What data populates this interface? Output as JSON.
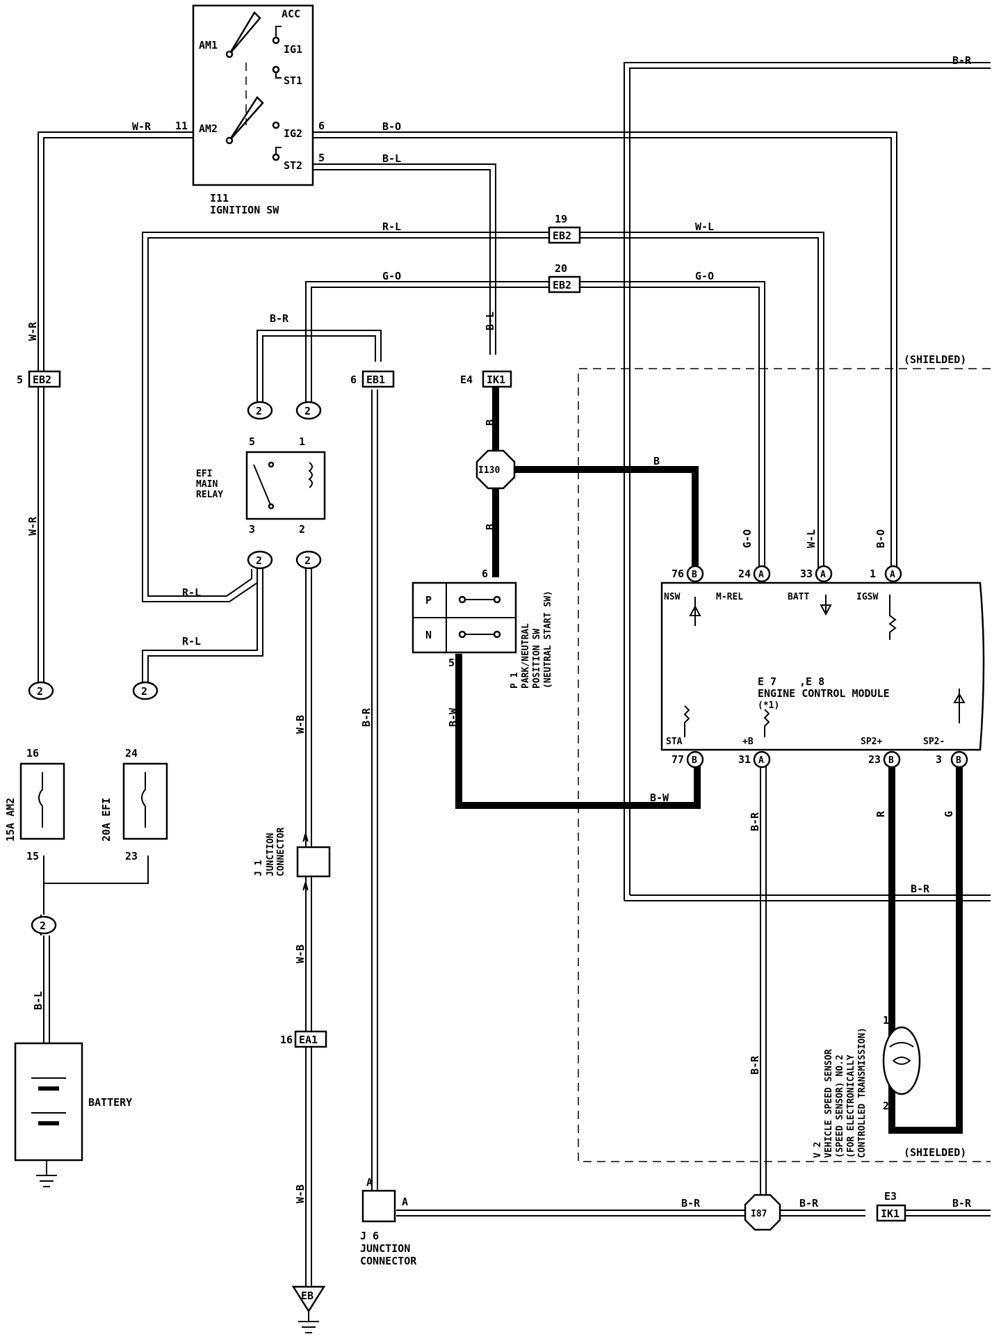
{
  "components": {
    "ignition_sw": {
      "id": "I11",
      "name": "IGNITION SW",
      "terminals": [
        "ACC",
        "AM1",
        "IG1",
        "ST1",
        "AM2",
        "IG2",
        "ST2"
      ]
    },
    "efi_relay": {
      "name": "EFI\nMAIN\nRELAY",
      "line1": "EFI",
      "line2": "MAIN",
      "line3": "RELAY"
    },
    "fuse_am2": {
      "name": "15A AM2",
      "pin_top": "16",
      "pin_bottom": "15"
    },
    "fuse_efi": {
      "name": "20A EFI",
      "pin_top": "24",
      "pin_bottom": "23"
    },
    "battery": {
      "name": "BATTERY"
    },
    "j1": {
      "id": "J 1",
      "line1": "JUNCTION",
      "line2": "CONNECTOR",
      "pin": "A"
    },
    "j6": {
      "id": "J 6",
      "line1": "JUNCTION",
      "line2": "CONNECTOR",
      "pin": "A"
    },
    "p1": {
      "id": "P 1",
      "line1": "PARK/NEUTRAL",
      "line2": "POSITION SW",
      "line3": "(NEUTRAL START SW)",
      "pos_p": "P",
      "pos_n": "N"
    },
    "ecm": {
      "title": "E 7",
      "a": "A",
      "mid": ",E 8",
      "b": "B",
      "name": "ENGINE CONTROL MODULE",
      "note": "(*1)"
    },
    "v2": {
      "id": "V 2",
      "line1": "VEHICLE SPEED SENSOR",
      "line2": "(SPEED SENSOR) NO.2",
      "line3": "(FOR ELECTRONICALLY",
      "line4": "CONTROLLED TRANSMISSION)",
      "pin1": "1",
      "pin2": "2"
    },
    "eb_ground": {
      "label": "EB"
    }
  },
  "ecm_pins": [
    {
      "num": "76",
      "conn": "B",
      "name": "NSW"
    },
    {
      "num": "24",
      "conn": "A",
      "name": "M-REL"
    },
    {
      "num": "33",
      "conn": "A",
      "name": "BATT"
    },
    {
      "num": "1",
      "conn": "A",
      "name": "IGSW"
    },
    {
      "num": "77",
      "conn": "B",
      "name": "STA"
    },
    {
      "num": "31",
      "conn": "A",
      "name": "+B"
    },
    {
      "num": "23",
      "conn": "B",
      "name": "SP2+"
    },
    {
      "num": "3",
      "conn": "B",
      "name": "SP2-"
    }
  ],
  "connectors": {
    "eb2_5": {
      "pin": "5",
      "name": "EB2"
    },
    "eb2_19": {
      "pin": "19",
      "name": "EB2"
    },
    "eb2_20": {
      "pin": "20",
      "name": "EB2"
    },
    "eb1_6": {
      "pin": "6",
      "name": "EB1"
    },
    "ik1_e4": {
      "pin": "E4",
      "name": "IK1"
    },
    "ea1_16": {
      "pin": "16",
      "name": "EA1"
    },
    "ik1_e3": {
      "pin": "E3",
      "name": "IK1"
    },
    "i130": "I130",
    "i87": "I87",
    "circle2": "2"
  },
  "wire_colors": {
    "br": "B-R",
    "wr": "W-R",
    "bo": "B-O",
    "bl": "B-L",
    "rl": "R-L",
    "wl": "W-L",
    "go": "G-O",
    "b": "B",
    "bw": "B-W",
    "wb": "W-B",
    "r": "R",
    "g": "G"
  },
  "pin_numbers": {
    "sw_11": "11",
    "sw_6": "6",
    "sw_5": "5",
    "relay_5": "5",
    "relay_1": "1",
    "relay_3": "3",
    "relay_2": "2",
    "p1_6": "6",
    "p1_5": "5"
  },
  "shielded": "(SHIELDED)"
}
